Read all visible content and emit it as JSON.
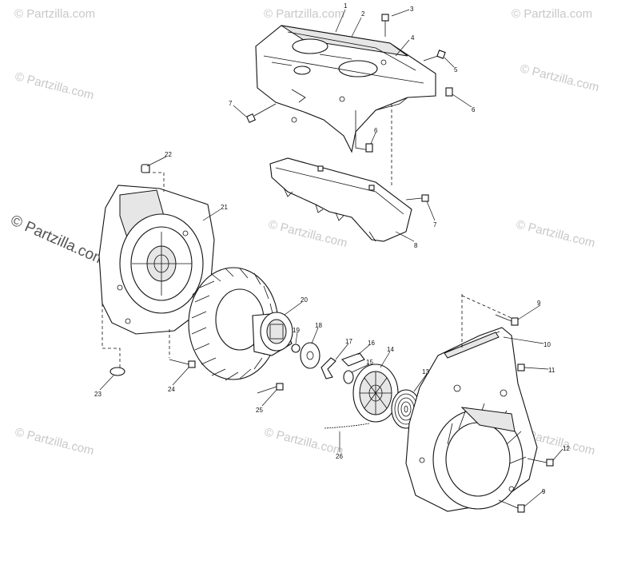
{
  "watermark": {
    "text": "© Partzilla.com",
    "color": "#c8c8c8",
    "prominent_color": "#555555"
  },
  "callouts": {
    "c1": "1",
    "c2": "2",
    "c3": "3",
    "c4": "4",
    "c5": "5",
    "c6a": "6",
    "c6b": "6",
    "c7a": "7",
    "c7b": "7",
    "c8": "8",
    "c9a": "9",
    "c9b": "9",
    "c10": "10",
    "c11": "11",
    "c12": "12",
    "c13": "13",
    "c14": "14",
    "c15": "15",
    "c16": "16",
    "c17": "17",
    "c18": "18",
    "c19": "19",
    "c20": "20",
    "c21": "21",
    "c22": "22",
    "c23": "23",
    "c24": "24",
    "c25": "25",
    "c26": "26"
  },
  "icons": {
    "cylinder_cover": "shroud-cover-icon",
    "fan_housing": "fan-housing-icon",
    "flywheel": "flywheel-fan-icon",
    "recoil_starter": "recoil-starter-icon",
    "bolt": "bolt-icon"
  }
}
